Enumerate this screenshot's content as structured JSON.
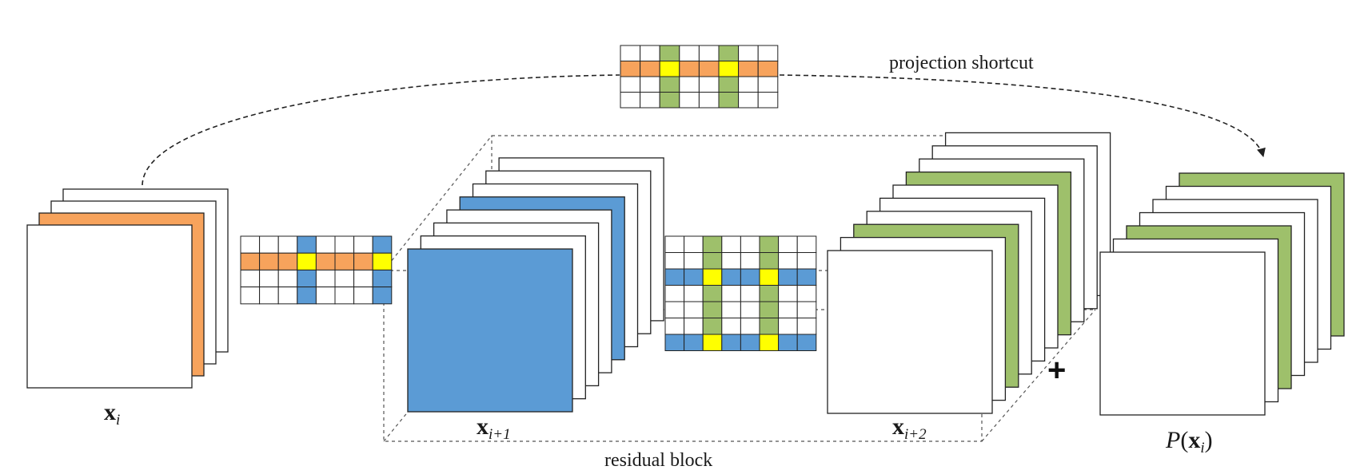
{
  "labels": {
    "projection_shortcut": "projection shortcut",
    "residual_block": "residual block",
    "xi": {
      "base": "x",
      "sub": "i"
    },
    "xi1": {
      "base": "x",
      "sub": "i+1"
    },
    "xi2": {
      "base": "x",
      "sub": "i+2"
    },
    "p": {
      "func": "P",
      "base": "x",
      "sub": "i"
    },
    "plus": "+"
  },
  "colors": {
    "orange": "#f7a35c",
    "blue": "#5b9bd5",
    "green": "#9ec06b",
    "yellow": "#ffff00",
    "line": "#222222"
  },
  "feature_maps": {
    "x_i": {
      "count": 4,
      "colored_index": 1,
      "color": "orange"
    },
    "x_i1": {
      "count": 8,
      "colored_indices": [
        0,
        4
      ],
      "color": "blue"
    },
    "x_i2": {
      "count": 10,
      "colored_indices": [
        2,
        6
      ],
      "color": "green"
    },
    "p_x_i": {
      "count": 7,
      "colored_indices": [
        2,
        6
      ],
      "color": "green"
    }
  },
  "kernels": {
    "projection": {
      "rows": 4,
      "cols": 8,
      "highlight_rows": [
        1
      ],
      "highlight_cols": [
        2,
        5
      ],
      "row_color": "orange",
      "col_color": "green"
    },
    "conv1": {
      "rows": 4,
      "cols": 8,
      "highlight_rows": [
        1
      ],
      "highlight_cols": [
        3,
        7
      ],
      "row_color": "orange",
      "col_color": "blue"
    },
    "conv2": {
      "rows": 7,
      "cols": 8,
      "highlight_rows": [
        2,
        6
      ],
      "highlight_cols": [
        2,
        5
      ],
      "row_color": "blue",
      "col_color": "green"
    }
  }
}
